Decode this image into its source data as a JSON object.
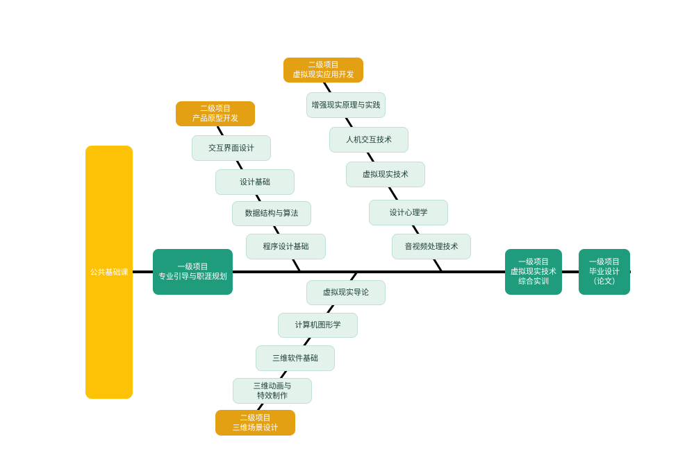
{
  "colors": {
    "spine": "#000000",
    "public": "#fdc106",
    "level1": "#1e9c7c",
    "level2": "#e4a013",
    "course_fill": "#e3f3ec"
  },
  "public_course": {
    "label": "公共基础课"
  },
  "level1_projects": {
    "intro": {
      "line1": "一级项目",
      "line2": "专业引导与职涯规划"
    },
    "vr_training": {
      "line1": "一级项目",
      "line2": "虚拟现实技术",
      "line3": "综合实训"
    },
    "graduation": {
      "line1": "一级项目",
      "line2": "毕业设计",
      "line3": "（论文）"
    }
  },
  "branches": {
    "prototype": {
      "title": {
        "line1": "二级项目",
        "line2": "产品原型开发"
      },
      "courses": [
        "交互界面设计",
        "设计基础",
        "数据结构与算法",
        "程序设计基础"
      ]
    },
    "vr_app": {
      "title": {
        "line1": "二级项目",
        "line2": "虚拟现实应用开发"
      },
      "courses": [
        "增强现实原理与实践",
        "人机交互技术",
        "虚拟现实技术",
        "设计心理学",
        "音视频处理技术"
      ]
    },
    "scene": {
      "title": {
        "line1": "二级项目",
        "line2": "三维场景设计"
      },
      "courses": [
        "虚拟现实导论",
        "计算机图形学",
        "三维软件基础"
      ],
      "course_multiline": {
        "line1": "三维动画与",
        "line2": "特效制作"
      }
    }
  }
}
